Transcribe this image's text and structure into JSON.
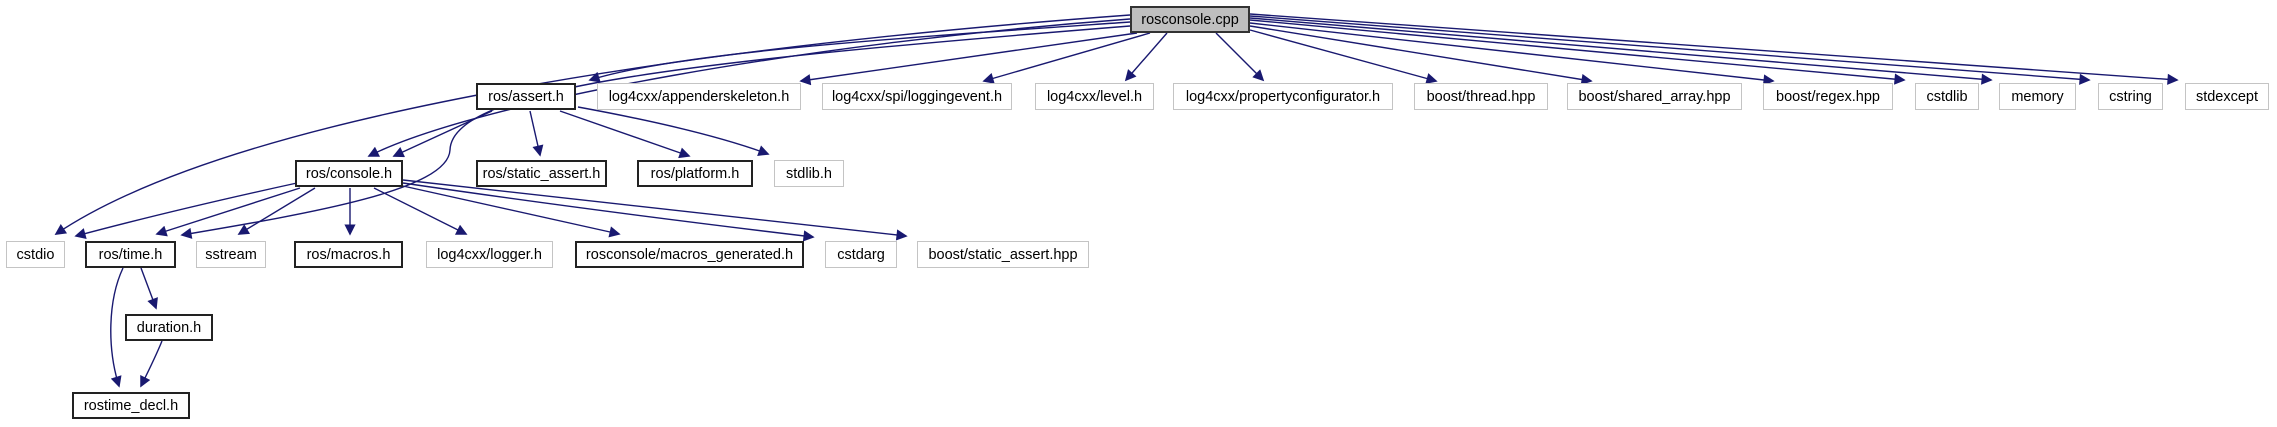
{
  "diagram": {
    "type": "include-dependency-graph",
    "root": "rosconsole.cpp",
    "edge_color": "#191970",
    "root_fill_color": "#bfbfbf",
    "undocumented_border_color": "#c4c4c4",
    "documented_border_color": "#222222",
    "nodes": [
      {
        "id": "rosconsole.cpp",
        "label": "rosconsole.cpp",
        "style": "root"
      },
      {
        "id": "ros/assert.h",
        "label": "ros/assert.h",
        "style": "documented"
      },
      {
        "id": "log4cxx/appenderskeleton.h",
        "label": "log4cxx/appenderskeleton.h",
        "style": "external"
      },
      {
        "id": "log4cxx/spi/loggingevent.h",
        "label": "log4cxx/spi/loggingevent.h",
        "style": "external"
      },
      {
        "id": "log4cxx/level.h",
        "label": "log4cxx/level.h",
        "style": "external"
      },
      {
        "id": "log4cxx/propertyconfigurator.h",
        "label": "log4cxx/propertyconfigurator.h",
        "style": "external"
      },
      {
        "id": "boost/thread.hpp",
        "label": "boost/thread.hpp",
        "style": "external"
      },
      {
        "id": "boost/shared_array.hpp",
        "label": "boost/shared_array.hpp",
        "style": "external"
      },
      {
        "id": "boost/regex.hpp",
        "label": "boost/regex.hpp",
        "style": "external"
      },
      {
        "id": "cstdlib",
        "label": "cstdlib",
        "style": "external"
      },
      {
        "id": "memory",
        "label": "memory",
        "style": "external"
      },
      {
        "id": "cstring",
        "label": "cstring",
        "style": "external"
      },
      {
        "id": "stdexcept",
        "label": "stdexcept",
        "style": "external"
      },
      {
        "id": "ros/console.h",
        "label": "ros/console.h",
        "style": "documented"
      },
      {
        "id": "ros/static_assert.h",
        "label": "ros/static_assert.h",
        "style": "documented"
      },
      {
        "id": "ros/platform.h",
        "label": "ros/platform.h",
        "style": "documented"
      },
      {
        "id": "stdlib.h",
        "label": "stdlib.h",
        "style": "external"
      },
      {
        "id": "cstdio",
        "label": "cstdio",
        "style": "external"
      },
      {
        "id": "ros/time.h",
        "label": "ros/time.h",
        "style": "documented"
      },
      {
        "id": "sstream",
        "label": "sstream",
        "style": "external"
      },
      {
        "id": "ros/macros.h",
        "label": "ros/macros.h",
        "style": "documented"
      },
      {
        "id": "log4cxx/logger.h",
        "label": "log4cxx/logger.h",
        "style": "external"
      },
      {
        "id": "rosconsole/macros_generated.h",
        "label": "rosconsole/macros_generated.h",
        "style": "documented"
      },
      {
        "id": "cstdarg",
        "label": "cstdarg",
        "style": "external"
      },
      {
        "id": "boost/static_assert.hpp",
        "label": "boost/static_assert.hpp",
        "style": "external"
      },
      {
        "id": "duration.h",
        "label": "duration.h",
        "style": "documented"
      },
      {
        "id": "rostime_decl.h",
        "label": "rostime_decl.h",
        "style": "documented"
      }
    ],
    "edges": [
      {
        "from": "rosconsole.cpp",
        "to": "ros/assert.h"
      },
      {
        "from": "rosconsole.cpp",
        "to": "ros/console.h"
      },
      {
        "from": "rosconsole.cpp",
        "to": "ros/time.h"
      },
      {
        "from": "rosconsole.cpp",
        "to": "cstdio"
      },
      {
        "from": "rosconsole.cpp",
        "to": "log4cxx/appenderskeleton.h"
      },
      {
        "from": "rosconsole.cpp",
        "to": "log4cxx/spi/loggingevent.h"
      },
      {
        "from": "rosconsole.cpp",
        "to": "log4cxx/level.h"
      },
      {
        "from": "rosconsole.cpp",
        "to": "log4cxx/propertyconfigurator.h"
      },
      {
        "from": "rosconsole.cpp",
        "to": "boost/thread.hpp"
      },
      {
        "from": "rosconsole.cpp",
        "to": "boost/shared_array.hpp"
      },
      {
        "from": "rosconsole.cpp",
        "to": "boost/regex.hpp"
      },
      {
        "from": "rosconsole.cpp",
        "to": "cstdlib"
      },
      {
        "from": "rosconsole.cpp",
        "to": "memory"
      },
      {
        "from": "rosconsole.cpp",
        "to": "cstring"
      },
      {
        "from": "rosconsole.cpp",
        "to": "stdexcept"
      },
      {
        "from": "ros/assert.h",
        "to": "ros/console.h"
      },
      {
        "from": "ros/assert.h",
        "to": "ros/static_assert.h"
      },
      {
        "from": "ros/assert.h",
        "to": "ros/platform.h"
      },
      {
        "from": "ros/assert.h",
        "to": "stdlib.h"
      },
      {
        "from": "ros/console.h",
        "to": "cstdio"
      },
      {
        "from": "ros/console.h",
        "to": "ros/time.h"
      },
      {
        "from": "ros/console.h",
        "to": "sstream"
      },
      {
        "from": "ros/console.h",
        "to": "ros/macros.h"
      },
      {
        "from": "ros/console.h",
        "to": "log4cxx/logger.h"
      },
      {
        "from": "ros/console.h",
        "to": "rosconsole/macros_generated.h"
      },
      {
        "from": "ros/console.h",
        "to": "cstdarg"
      },
      {
        "from": "ros/console.h",
        "to": "boost/static_assert.hpp"
      },
      {
        "from": "ros/time.h",
        "to": "duration.h"
      },
      {
        "from": "ros/time.h",
        "to": "rostime_decl.h"
      },
      {
        "from": "duration.h",
        "to": "rostime_decl.h"
      }
    ]
  }
}
